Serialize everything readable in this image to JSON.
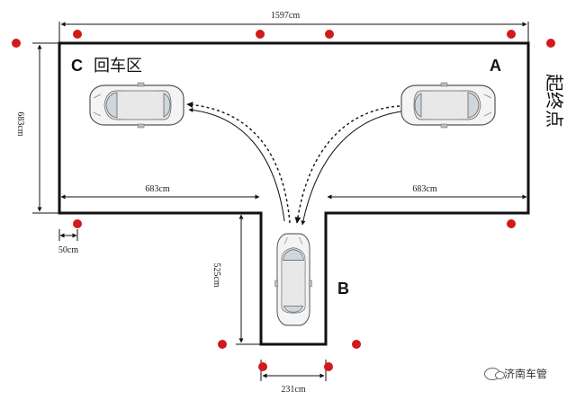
{
  "dimensions": {
    "top_width": "1597cm",
    "left_height": "683cm",
    "left_segment": "683cm",
    "right_segment": "683cm",
    "offset": "50cm",
    "branch_depth": "525cm",
    "branch_width": "231cm"
  },
  "zones": {
    "a_letter": "A",
    "b_letter": "B",
    "c_letter": "C",
    "c_label": "回车区",
    "start_label": "起终点"
  },
  "watermark": {
    "text": "济南车管"
  },
  "colors": {
    "marker": "#d11a1a",
    "line": "#111111",
    "car_body": "#f4f4f4",
    "car_outline": "#555555"
  }
}
